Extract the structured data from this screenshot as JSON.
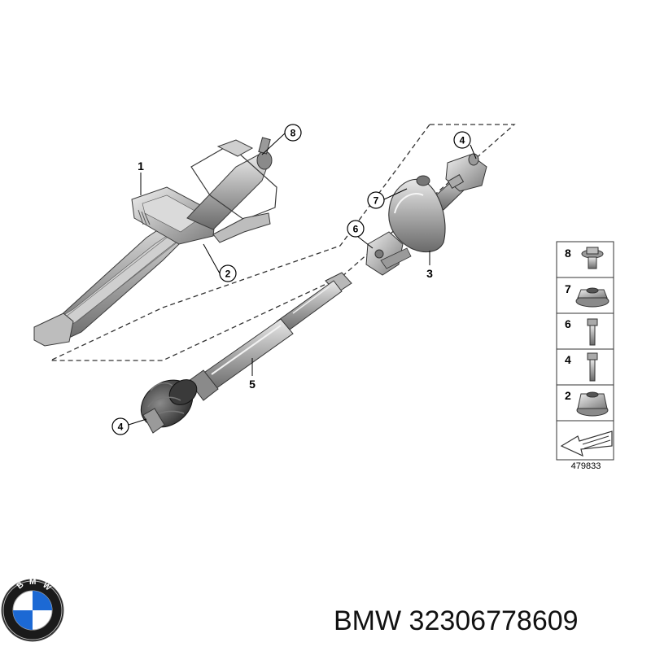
{
  "callouts": {
    "part_1": "1",
    "part_2": "2",
    "part_3": "3",
    "part_4_top": "4",
    "part_4_bottom": "4",
    "part_5": "5",
    "part_6": "6",
    "part_7": "7",
    "part_8": "8"
  },
  "legend": {
    "items": [
      "8",
      "7",
      "6",
      "4",
      "2"
    ],
    "reference_number": "479833"
  },
  "footer": {
    "brand": "BMW",
    "part_number": "32306778609",
    "logo_letters": "BMW"
  },
  "colors": {
    "part_gray": "#9a9a9a",
    "part_dark": "#5a5a5a",
    "logo_blue": "#1c69d4",
    "logo_ring": "#1a1a1a"
  }
}
